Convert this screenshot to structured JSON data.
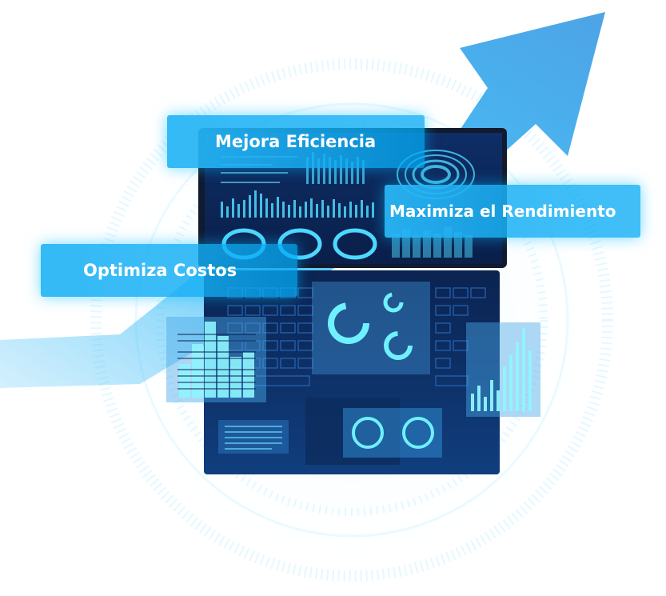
{
  "labels": {
    "eficiencia": "Mejora Eficiencia",
    "rendimiento": "Maximiza el Rendimiento",
    "costos": "Optimiza Costos"
  },
  "colors": {
    "accent": "#29b6f6",
    "glow": "#00e5ff",
    "device_dark": "#0b1a3c",
    "screen": "#0f3a78"
  },
  "icons": [
    "growth-arrow-icon",
    "laptop-icon",
    "bar-chart-icon",
    "donut-chart-icon",
    "radar-ring-icon"
  ]
}
